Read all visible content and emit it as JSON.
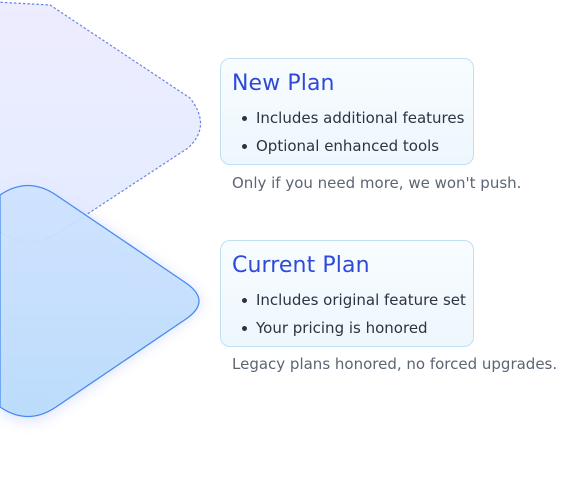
{
  "new_plan": {
    "title": "New Plan",
    "bullets": [
      "Includes additional features",
      "Optional enhanced tools"
    ],
    "caption": "Only if you need more, we won't push."
  },
  "current_plan": {
    "title": "Current Plan",
    "bullets": [
      "Includes original feature set",
      "Your pricing is honored"
    ],
    "caption": "Legacy plans honored, no forced upgrades."
  },
  "colors": {
    "title": "#2f49d8",
    "card_border": "#bfe0f3",
    "shape_stroke_solid": "#3b82f0",
    "shape_stroke_dashed": "#4f6fe0",
    "caption": "#5b6673"
  }
}
